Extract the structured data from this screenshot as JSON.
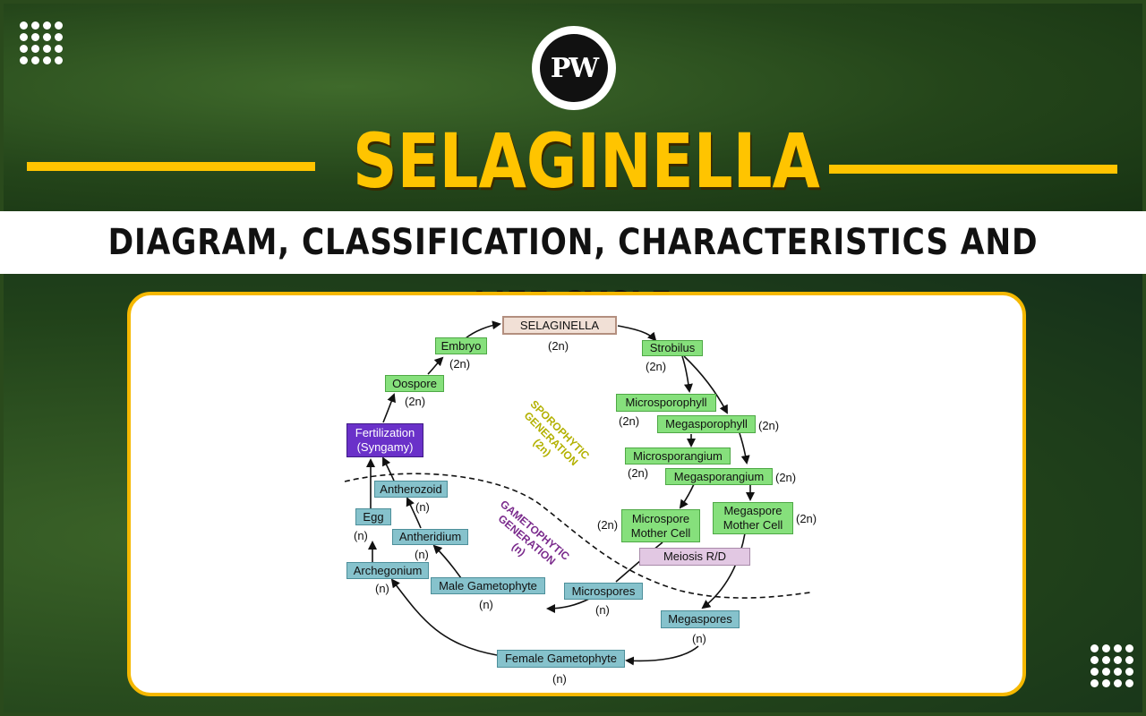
{
  "header": {
    "logo_text": "PW",
    "title": "SELAGINELLA",
    "subtitle": "DIAGRAM, CLASSIFICATION, CHARACTERISTICS AND LIFE CYCLE"
  },
  "colors": {
    "accent": "#ffc400",
    "sporophyte_box": "#86e07c",
    "gametophyte_box": "#86c2cc",
    "fertilization_box": "#6a31c9"
  },
  "diagram": {
    "root": {
      "label": "SELAGINELLA",
      "ploidy": "(2n)"
    },
    "strobilus": {
      "label": "Strobilus",
      "ploidy": "(2n)"
    },
    "microsporophyll": {
      "label": "Microsporophyll",
      "ploidy": "(2n)"
    },
    "megasporophyll": {
      "label": "Megasporophyll",
      "ploidy": "(2n)"
    },
    "microsporangium": {
      "label": "Microsporangium",
      "ploidy": "(2n)"
    },
    "megasporangium": {
      "label": "Megasporangium",
      "ploidy": "(2n)"
    },
    "microspore_mother_cell": {
      "line1": "Microspore",
      "line2": "Mother Cell",
      "ploidy": "(2n)"
    },
    "megaspore_mother_cell": {
      "line1": "Megaspore",
      "line2": "Mother Cell",
      "ploidy": "(2n)"
    },
    "meiosis": {
      "label": "Meiosis R/D"
    },
    "microspores": {
      "label": "Microspores",
      "ploidy": "(n)"
    },
    "megaspores": {
      "label": "Megaspores",
      "ploidy": "(n)"
    },
    "male_gametophyte": {
      "label": "Male Gametophyte",
      "ploidy": "(n)"
    },
    "female_gametophyte": {
      "label": "Female Gametophyte",
      "ploidy": "(n)"
    },
    "antheridium": {
      "label": "Antheridium",
      "ploidy": "(n)"
    },
    "antherozoid": {
      "label": "Antherozoid",
      "ploidy": "(n)"
    },
    "archegonium": {
      "label": "Archegonium",
      "ploidy": "(n)"
    },
    "egg": {
      "label": "Egg",
      "ploidy": "(n)"
    },
    "fertilization": {
      "line1": "Fertilization",
      "line2": "(Syngamy)"
    },
    "oospore": {
      "label": "Oospore",
      "ploidy": "(2n)"
    },
    "embryo": {
      "label": "Embryo",
      "ploidy": "(2n)"
    },
    "sporophytic_generation": {
      "line1": "SPOROPHYTIC",
      "line2": "GENERATION",
      "line3": "(2n)"
    },
    "gametophytic_generation": {
      "line1": "GAMETOPHYTIC",
      "line2": "GENERATION",
      "line3": "(n)"
    }
  }
}
